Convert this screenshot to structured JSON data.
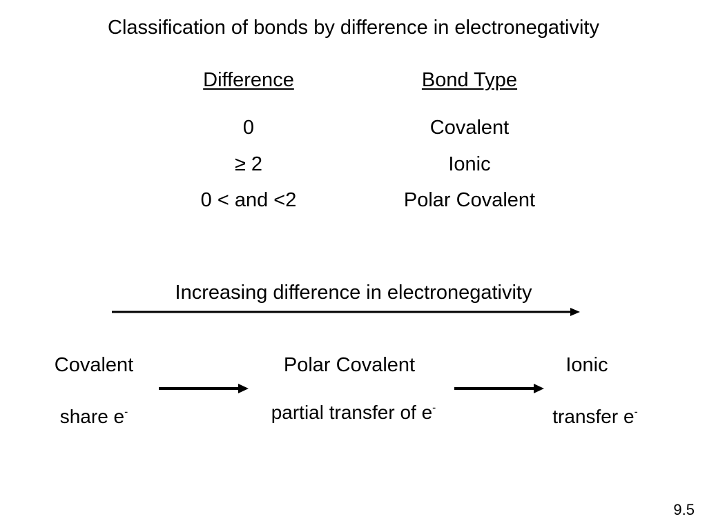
{
  "title": "Classification of bonds by difference in electronegativity",
  "table": {
    "headers": {
      "difference": "Difference",
      "bond_type": "Bond Type"
    },
    "rows": [
      {
        "difference": "0",
        "bond_type": "Covalent"
      },
      {
        "difference": "≥ 2",
        "bond_type": "Ionic"
      },
      {
        "difference": "0 < and <2",
        "bond_type": "Polar Covalent"
      }
    ]
  },
  "scale": {
    "label": "Increasing difference in electronegativity"
  },
  "bond_types": [
    {
      "name": "Covalent",
      "description": "share e",
      "superscript": "-"
    },
    {
      "name": "Polar Covalent",
      "description": "partial transfer of e",
      "superscript": "-"
    },
    {
      "name": "Ionic",
      "description": "transfer e",
      "superscript": "-"
    }
  ],
  "slide_number": "9.5"
}
